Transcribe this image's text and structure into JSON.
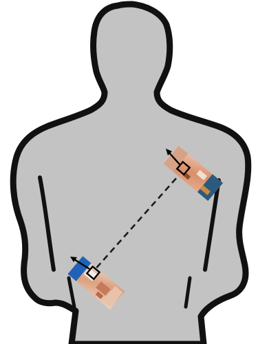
{
  "colors": {
    "background": "#ffffff",
    "body_fill": "#c3c3c3",
    "body_outline": "#111111",
    "link_line": "#1a1a1a",
    "device_chip": "#e7b9a3",
    "device_copper": "#c47a4e",
    "device_blue": "#2b5a7d",
    "device_blue_bright": "#1f63b8"
  },
  "icons": {
    "orientation_marker": "square-with-arrow",
    "device": "wearable-sensor-patch"
  },
  "link": {
    "style": "dashed"
  }
}
